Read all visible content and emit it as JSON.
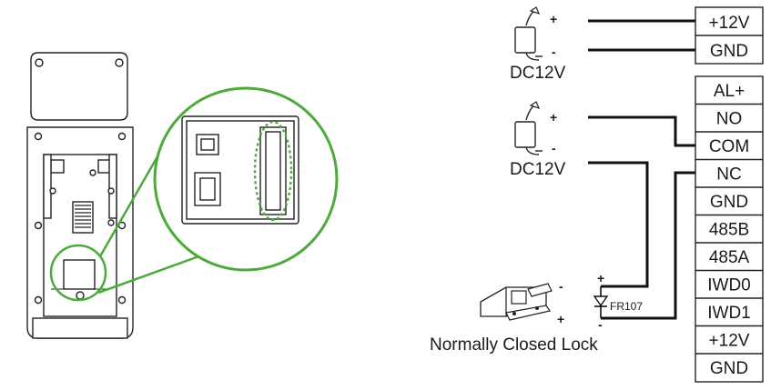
{
  "colors": {
    "highlight": "#4caa3a",
    "line": "#111111",
    "box": "#222222"
  },
  "power_top": {
    "label": "DC12V",
    "plus": "+",
    "minus": "-"
  },
  "power_mid": {
    "label": "DC12V",
    "plus": "+",
    "minus": "-"
  },
  "terminals_power": [
    "+12V",
    "GND"
  ],
  "terminals_main": [
    "AL+",
    "NO",
    "COM",
    "NC",
    "GND",
    "485B",
    "485A",
    "IWD0",
    "IWD1",
    "+12V",
    "GND"
  ],
  "lock": {
    "label": "Normally Closed Lock",
    "plus": "+",
    "minus": "-"
  },
  "diode": {
    "label": "FR107",
    "plus": "+",
    "minus": "-"
  }
}
